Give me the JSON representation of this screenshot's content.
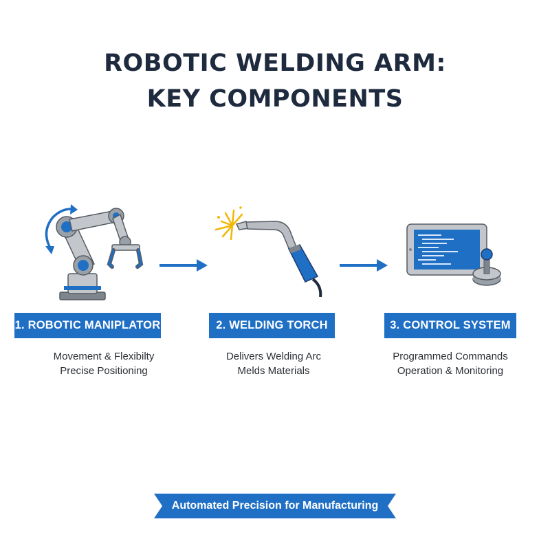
{
  "title": {
    "line1": "ROBOTIC WELDING ARM:",
    "line2": "KEY COMPONENTS"
  },
  "components": [
    {
      "label": "1. ROBOTIC MANIPLATOR",
      "desc_line1": "Movement & Flexibilty",
      "desc_line2": "Precise Positioning",
      "icon": "robotic-arm-icon"
    },
    {
      "label": "2. WELDING TORCH",
      "desc_line1": "Delivers Welding Arc",
      "desc_line2": "Melds Materials",
      "icon": "welding-torch-icon"
    },
    {
      "label": "3. CONTROL SYSTEM",
      "desc_line1": "Programmed Commands",
      "desc_line2": "Operation & Monitoring",
      "icon": "control-system-icon"
    }
  ],
  "footer": {
    "banner": "Automated Precision for Manufacturing"
  },
  "colors": {
    "accent_blue": "#1f6fc5",
    "title_navy": "#1e2a3e",
    "metal_gray": "#b9bdc3",
    "spark_yellow": "#f2b705"
  }
}
